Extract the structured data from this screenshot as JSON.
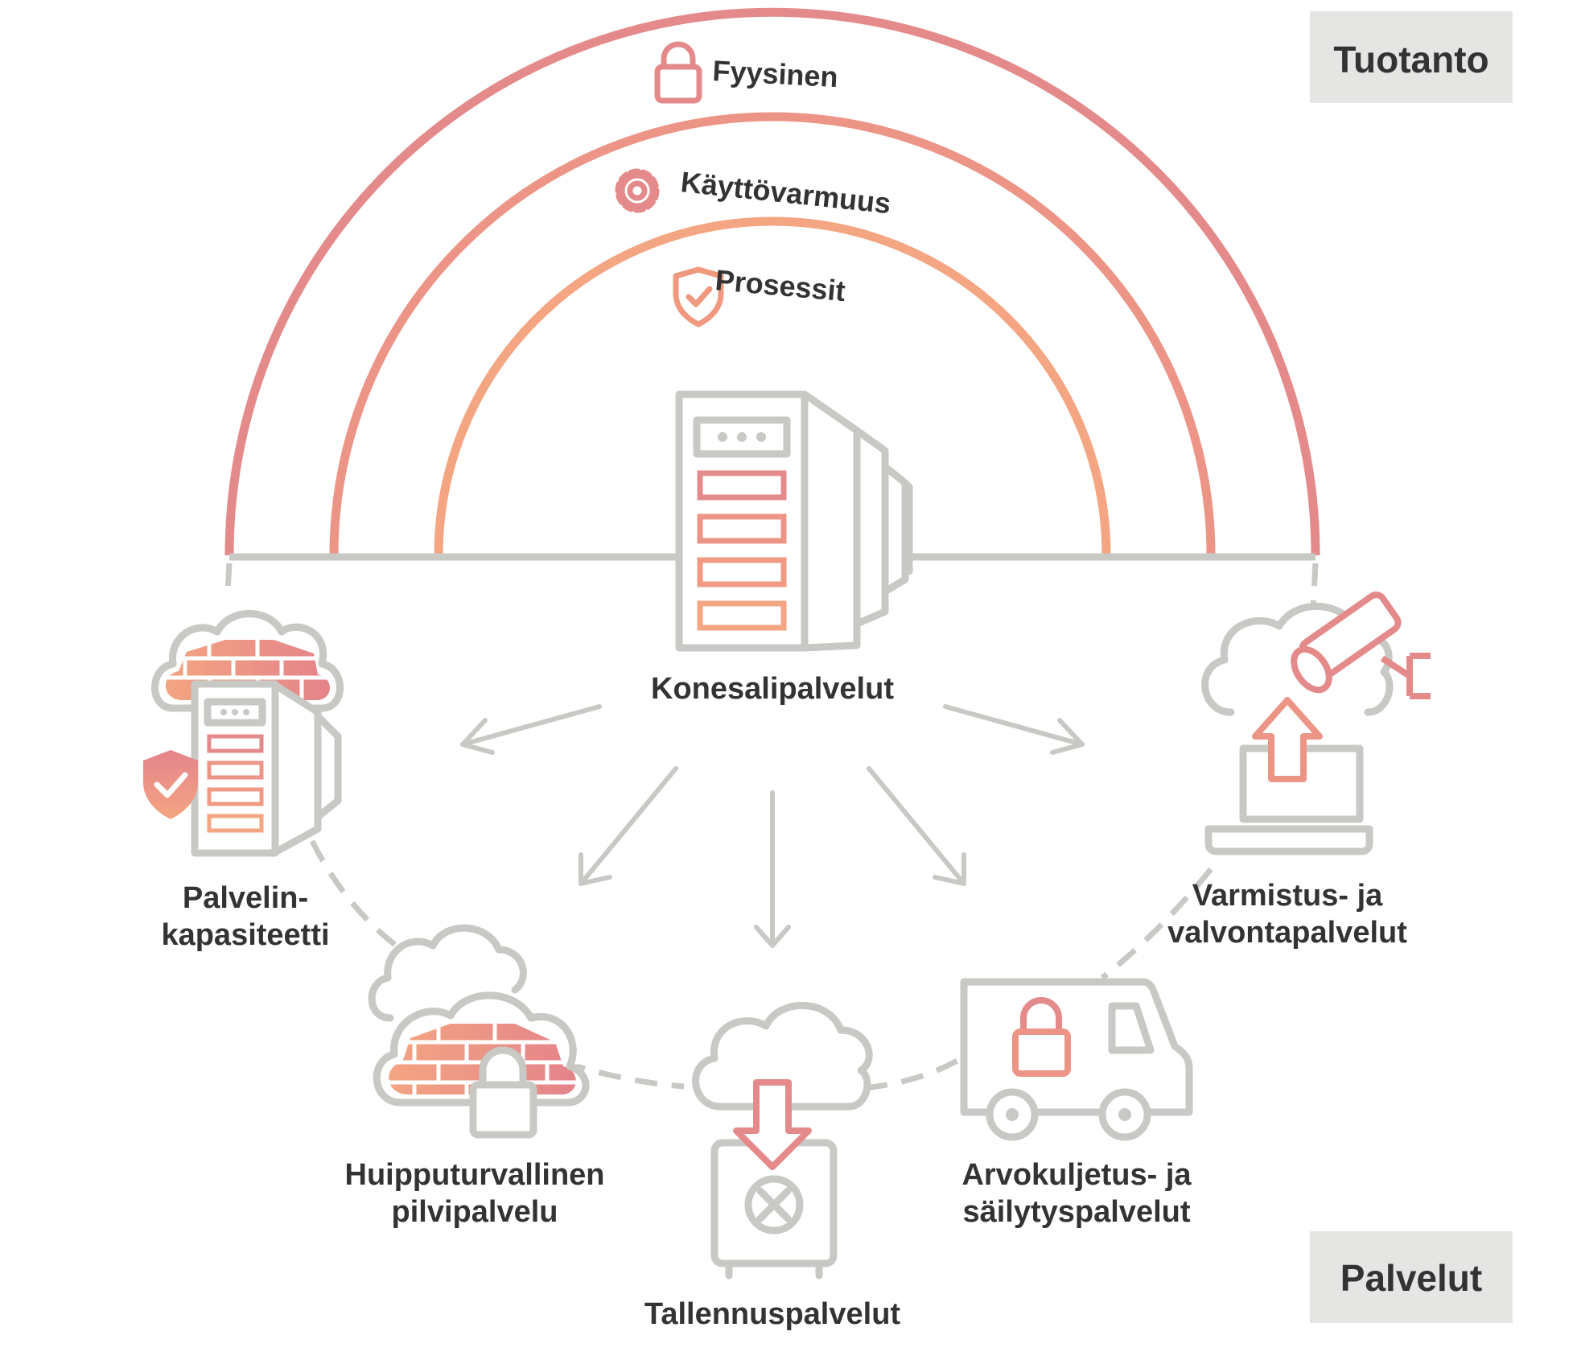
{
  "tags": {
    "top": "Tuotanto",
    "bottom": "Palvelut"
  },
  "arcs": [
    {
      "label": "Fyysinen",
      "icon": "lock-icon"
    },
    {
      "label": "Käyttövarmuus",
      "icon": "gear-icon"
    },
    {
      "label": "Prosessit",
      "icon": "shield-check-icon"
    }
  ],
  "center": {
    "label": "Konesalipalvelut",
    "icon": "server-icon"
  },
  "services": [
    {
      "line1": "Palvelin-",
      "line2": "kapasiteetti",
      "icon": "server-cloud-shield-icon"
    },
    {
      "line1": "Huipputurvallinen",
      "line2": "pilvipalvelu",
      "icon": "cloud-firewall-lock-icon"
    },
    {
      "line1": "Tallennuspalvelut",
      "line2": "",
      "icon": "cloud-safe-icon"
    },
    {
      "line1": "Arvokuljetus- ja",
      "line2": "säilytyspalvelut",
      "icon": "van-lock-icon"
    },
    {
      "line1": "Varmistus- ja",
      "line2": "valvontapalvelut",
      "icon": "camera-laptop-upload-icon"
    }
  ],
  "colors": {
    "outer_arc": "#e58a8a",
    "inner_arc": "#f4a582",
    "gray": "#c8c8c5",
    "tag_bg": "#e5e5e3",
    "text": "#333333"
  }
}
